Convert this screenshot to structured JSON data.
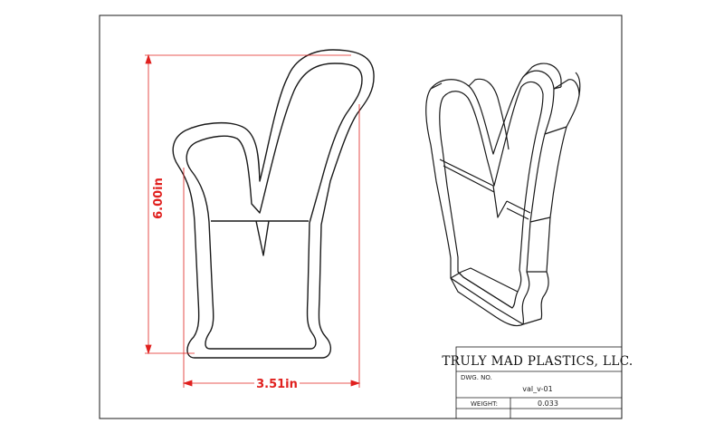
{
  "drawing": {
    "dimensions": {
      "height": "6.00in",
      "width": "3.51in"
    },
    "title_block": {
      "company": "TRULY MAD PLASTICS, LLC.",
      "dwg_no_label": "DWG. NO.",
      "dwg_no_value": "val_v-01",
      "weight_label": "WEIGHT:",
      "weight_value": "0.033"
    },
    "colors": {
      "dimension": "#e0201e",
      "linework": "#1a1a1a"
    }
  }
}
